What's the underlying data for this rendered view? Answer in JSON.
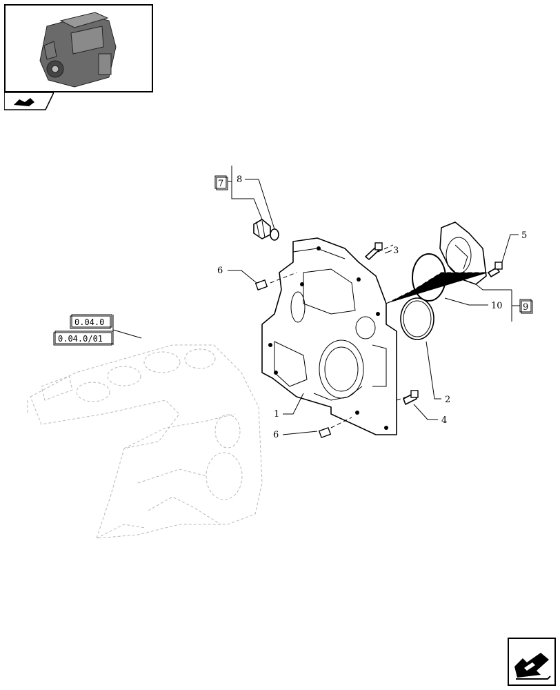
{
  "references": {
    "ref_a": "0.04.0",
    "ref_b": "0.04.0/01"
  },
  "callouts": {
    "c1": "1",
    "c2": "2",
    "c3": "3",
    "c4": "4",
    "c5": "5",
    "c6a": "6",
    "c6b": "6",
    "c7": "7",
    "c8": "8",
    "c9": "9",
    "c10": "10"
  },
  "icons": {
    "thumbnail": "engine-thumbnail-icon",
    "category": "tractor-category-icon",
    "next": "next-page-arrow-icon"
  }
}
